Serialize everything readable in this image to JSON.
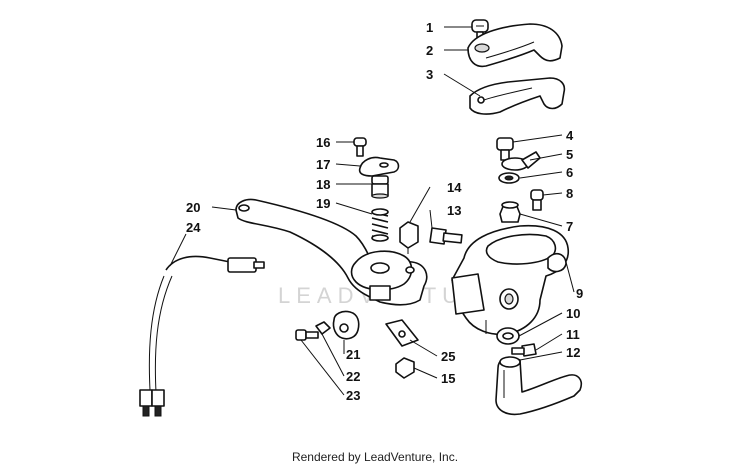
{
  "watermark": "LEADVENTURE",
  "footer": "Rendered by LeadVenture, Inc.",
  "callouts": {
    "c1": "1",
    "c2": "2",
    "c3": "3",
    "c4": "4",
    "c5": "5",
    "c6": "6",
    "c7": "7",
    "c8": "8",
    "c9": "9",
    "c10": "10",
    "c11": "11",
    "c12": "12",
    "c13": "13",
    "c14": "14",
    "c15": "15",
    "c16": "16",
    "c17": "17",
    "c18": "18",
    "c19": "19",
    "c20": "20",
    "c21": "21",
    "c22": "22",
    "c23": "23",
    "c24": "24",
    "c25": "25"
  }
}
